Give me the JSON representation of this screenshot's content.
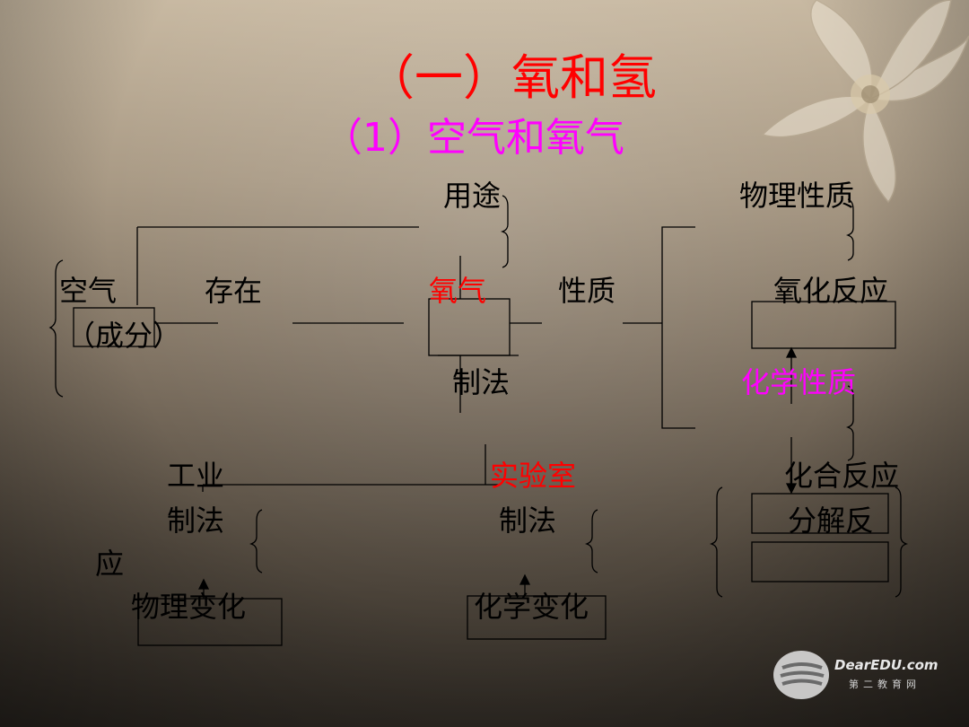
{
  "title": "（一）氧和氢",
  "subtitle": "（1）空气和氧气",
  "labels": {
    "yongtu": "用途",
    "wuli_xingzhi": "物理性质",
    "kongqi": "空气",
    "chengfen": "（成分）",
    "cunzai": "存在",
    "yangqi": "氧气",
    "xingzhi": "性质",
    "yanghua_fanying": "氧化反应",
    "zhifa": "制法",
    "huaxue_xingzhi": "化学性质",
    "gongye": "工业",
    "shiyanshi": "实验室",
    "huahe_fanying": "化合反应",
    "gongye_zhifa": "制法",
    "shiyanshi_zhifa": "制法",
    "fenjie_fan": "分解反",
    "ying": "应",
    "wuli_bianhua": "物理变化",
    "huaxue_bianhua": "化学变化"
  },
  "logo": {
    "text": "DearEDU.com",
    "sub": "第二教育网"
  },
  "colors": {
    "title": "#ff0000",
    "subtitle": "#ff00ff",
    "highlight_red": "#ff0000",
    "highlight_pink": "#ff00ff",
    "text": "#000000"
  }
}
